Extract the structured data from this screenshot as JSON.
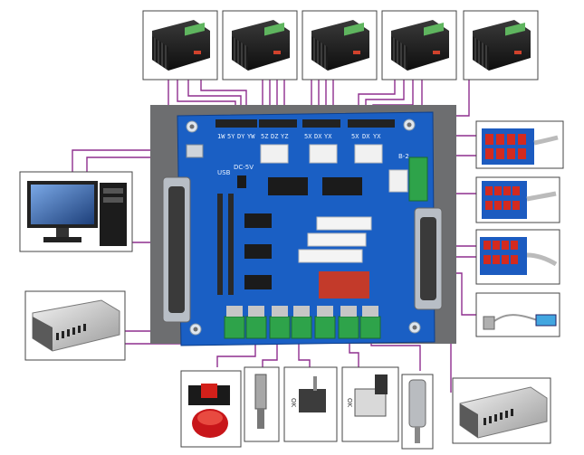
{
  "board": {
    "header_labels": [
      "1W",
      "5Y",
      "DY",
      "YW",
      "5Z",
      "DZ",
      "YZ",
      "5X",
      "DX",
      "YX",
      "5X",
      "DX",
      "YX"
    ],
    "usb_label": "USB",
    "dc_label": "DC-5V",
    "b_label": "B-2"
  },
  "limit_switch_label_1": "OK",
  "limit_switch_label_2": "OK",
  "colors": {
    "wire": "#8e2e8e",
    "board": "#1a5fc4",
    "terminal": "#2ea34a"
  }
}
